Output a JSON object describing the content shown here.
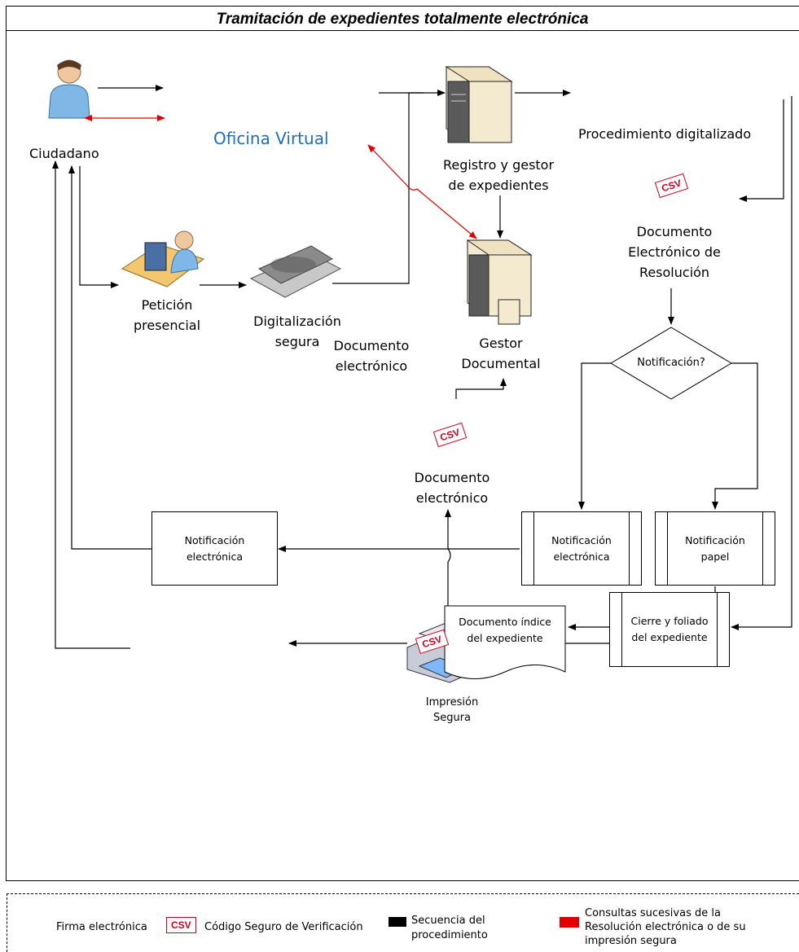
{
  "title": "Tramitación de expedientes totalmente electrónica",
  "labels": {
    "ciudadano": "Ciudadano",
    "oficina_virtual": "Oficina Virtual",
    "registro_line1": "Registro y gestor",
    "registro_line2": "de expedientes",
    "procedimiento": "Procedimiento digitalizado",
    "peticion_line1": "Petición",
    "peticion_line2": "presencial",
    "digitalizacion_line1": "Digitalización",
    "digitalizacion_line2": "segura",
    "doc_electronico_1_line1": "Documento",
    "doc_electronico_1_line2": "electrónico",
    "gestor_line1": "Gestor",
    "gestor_line2": "Documental",
    "doc_resolucion_line1": "Documento",
    "doc_resolucion_line2": "Electrónico de",
    "doc_resolucion_line3": "Resolución",
    "decision": "Notificación?",
    "doc_electronico_2_line1": "Documento",
    "doc_electronico_2_line2": "electrónico",
    "impresion_line1": "Impresión",
    "impresion_line2": "Segura",
    "csv": "CSV"
  },
  "boxes": {
    "notif_elec_left_line1": "Notificación",
    "notif_elec_left_line2": "electrónica",
    "notif_elec_right_line1": "Notificación",
    "notif_elec_right_line2": "electrónica",
    "notif_papel_line1": "Notificación",
    "notif_papel_line2": "papel",
    "cierre_line1": "Cierre y foliado",
    "cierre_line2": "del expediente",
    "indice_line1": "Documento índice",
    "indice_line2": "del expediente"
  },
  "legend": {
    "firma": "Firma electrónica",
    "csv_badge": "CSV",
    "csv_text": "Código Seguro de Verificación",
    "secuencia_line1": "Secuencia del",
    "secuencia_line2": "procedimiento",
    "consultas_line1": "Consultas sucesivas de la",
    "consultas_line2": "Resolución electrónica o de su",
    "consultas_line3": "impresión segura"
  },
  "colors": {
    "sequence": "#000000",
    "queries": "#e00000",
    "csv": "#d0021b",
    "oficina_virtual": "#1f6fb5"
  }
}
